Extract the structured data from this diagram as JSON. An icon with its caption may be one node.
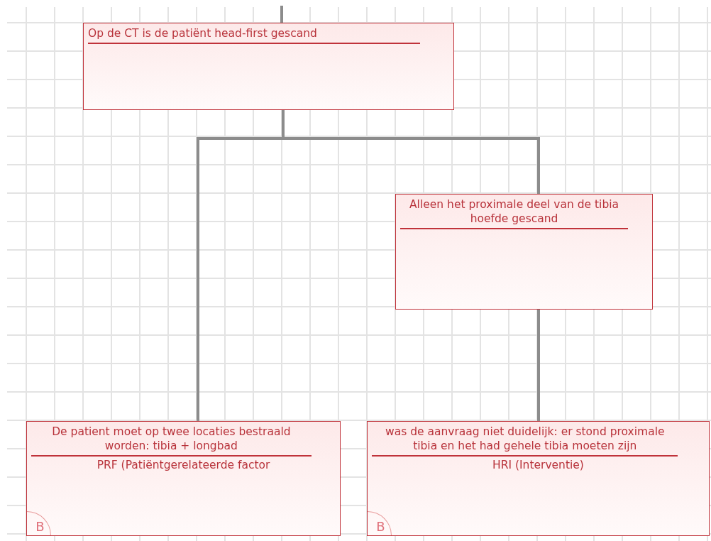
{
  "diagram": {
    "nodes": [
      {
        "text": [
          "Op de CT is de patiënt head-first gescand"
        ]
      },
      {
        "text": [
          "Alleen het proximale deel van de tibia hoefde gescand"
        ]
      },
      {
        "text": [
          "De patient moet op twee locaties bestraald worden: tibia + longbad",
          "PRF (Patiëntgerelateerde factor",
          "B"
        ]
      },
      {
        "text": [
          "was de aanvraag niet duidelijk: er stond proximale tibia en het had gehele tibia moeten zijn",
          "HRI (Interventie)",
          "B"
        ]
      }
    ],
    "edges": [
      {
        "from": null,
        "to": 0,
        "arrow": "none"
      },
      {
        "from": 0,
        "to": 2,
        "arrow": "none"
      },
      {
        "from": 0,
        "to": 1,
        "arrow": "none"
      },
      {
        "from": 1,
        "to": 3,
        "arrow": "none"
      }
    ]
  }
}
